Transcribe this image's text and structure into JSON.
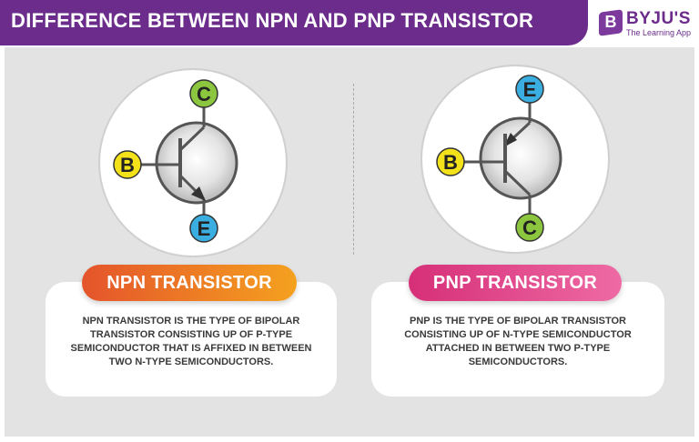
{
  "header": {
    "title": "DIFFERENCE BETWEEN NPN AND PNP TRANSISTOR",
    "background": "#6b2c8b"
  },
  "logo": {
    "mark": "B",
    "name": "BYJU'S",
    "tagline": "The Learning App",
    "color": "#6b2c8b"
  },
  "npn": {
    "pill_label": "NPN TRANSISTOR",
    "description": "NPN TRANSISTOR  IS THE TYPE OF BIPOLAR TRANSISTOR CONSISTING UP OF P-TYPE SEMICONDUCTOR THAT IS AFFIXED IN BETWEEN TWO N-TYPE SEMICONDUCTORS.",
    "terminals": {
      "collector": {
        "letter": "C",
        "color": "#8cc63f"
      },
      "base": {
        "letter": "B",
        "color": "#f3e21a"
      },
      "emitter": {
        "letter": "E",
        "color": "#3aaee0"
      }
    },
    "arrow": "outward-on-emitter"
  },
  "pnp": {
    "pill_label": "PNP TRANSISTOR",
    "description": "PNP IS THE TYPE OF BIPOLAR TRANSISTOR CONSISTING UP OF N-TYPE SEMICONDUCTOR ATTACHED IN BETWEEN TWO P-TYPE SEMICONDUCTORS.",
    "terminals": {
      "emitter": {
        "letter": "E",
        "color": "#3aaee0"
      },
      "base": {
        "letter": "B",
        "color": "#f3e21a"
      },
      "collector": {
        "letter": "C",
        "color": "#8cc63f"
      }
    },
    "arrow": "inward-on-emitter"
  }
}
